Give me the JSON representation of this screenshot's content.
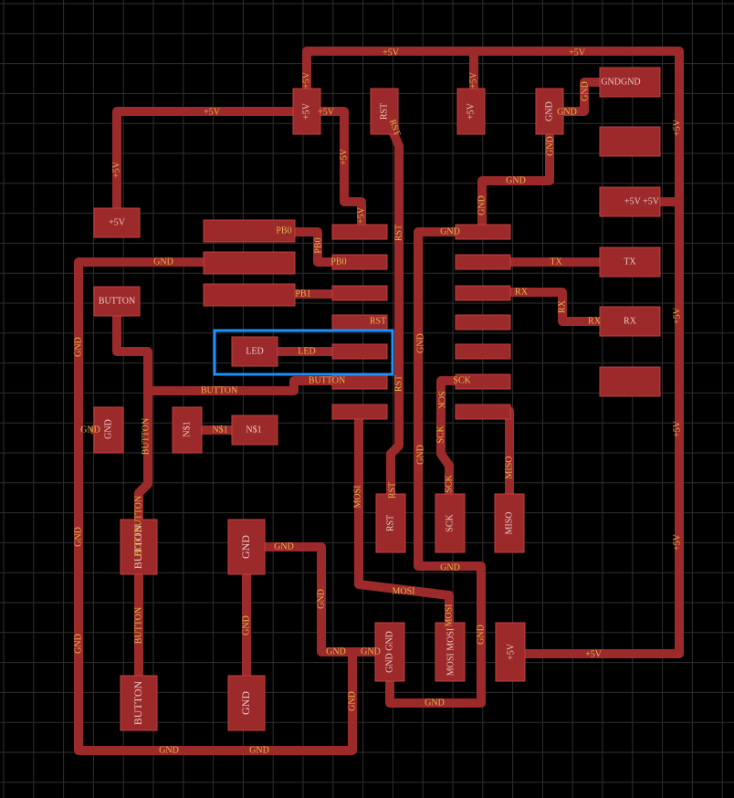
{
  "colors": {
    "background": "#000000",
    "grid": "#2f2f2f",
    "trace": "#9c2a2a",
    "trace_edge": "#b33a3a",
    "pad": "#9c2a2a",
    "pad_edge": "#bf4040",
    "label": "#e0b84a",
    "pad_label": "#eac7c7",
    "selection": "#1e90ff"
  },
  "labels": {
    "plus5v": "+5V",
    "gnd": "GND",
    "gndgnd": "GNDGND",
    "rst": "RST",
    "pb0": "PB0",
    "pb1": "PB1",
    "led": "LED",
    "button": "BUTTON",
    "buttbutton": "BUTTBUTTON",
    "tx": "TX",
    "rx": "RX",
    "sck": "SCK",
    "miso": "MISO",
    "mosi": "MOSI",
    "mosimosi": "MOSI MOSI",
    "ns1": "N$1",
    "gnd_gnd": "GND GND",
    "plus5v_plus5v": "+5V +5V",
    "plus5v_5v": "+5V  +5V"
  }
}
